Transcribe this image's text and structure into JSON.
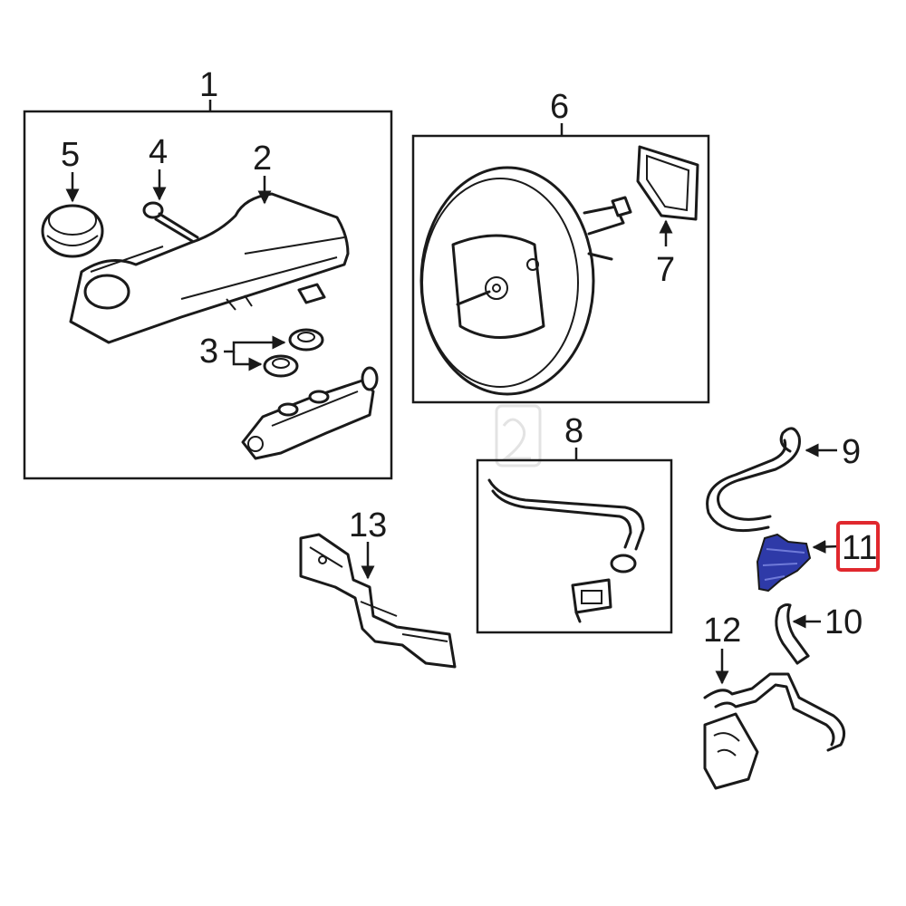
{
  "callouts": {
    "c1": "1",
    "c2": "2",
    "c3": "3",
    "c4": "4",
    "c5": "5",
    "c6": "6",
    "c7": "7",
    "c8": "8",
    "c9": "9",
    "c10": "10",
    "c11": "11",
    "c12": "12",
    "c13": "13"
  },
  "colors": {
    "highlight_part": "#2e3aa8",
    "highlight_frame": "#e0282e",
    "line": "#1a1a1a"
  },
  "highlighted_callout": "11"
}
